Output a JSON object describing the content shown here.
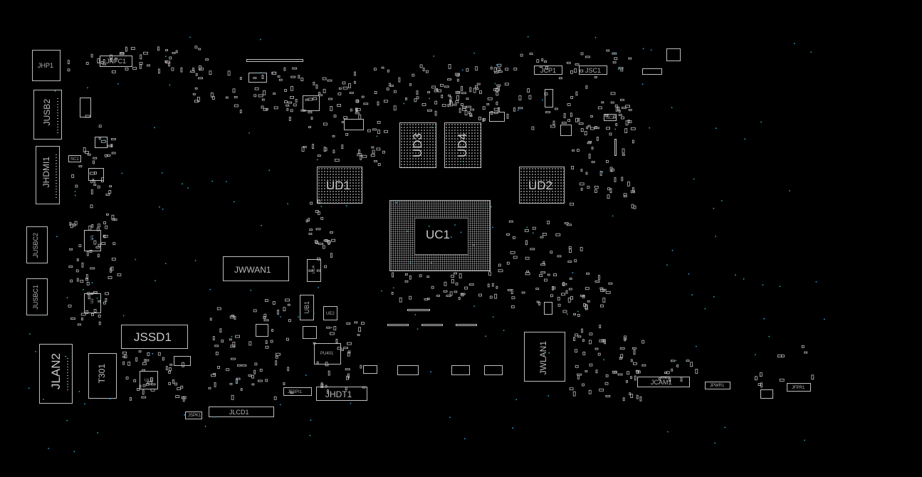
{
  "board": {
    "background": "#000000",
    "outline_color": "#bdbdbd",
    "via_color": "#2aa6c9",
    "labels": {
      "JHP1": "JHP1",
      "JNFC1": "JNFC1",
      "JUSB2": "JUSB2",
      "JHDMI1": "JHDMI1",
      "SC1": "SC1",
      "JUSBC2": "JUSBC2",
      "JUSBC1": "JUSBC1",
      "JLAN2": "JLAN2",
      "T301": "T301",
      "JSSD1": "JSSD1",
      "UL6": "UL6",
      "JWWAN1": "JWWAN1",
      "UE4": "UE4",
      "UB1": "UB1",
      "UE2": "UE2",
      "PU401": "PU401",
      "JESPI1": "JESPI1",
      "JHDT1": "JHDT1",
      "JLCD1": "JLCD1",
      "JSPK1": "JSPK1",
      "UD1": "UD1",
      "UD2": "UD2",
      "UD3": "UD3",
      "UD4": "UD4",
      "UC1": "UC1",
      "JWLAN1": "JWLAN1",
      "JCP1": "JCP1",
      "JSC1": "JSC1",
      "SC2": "SC2",
      "JCAM1": "JCAM1",
      "JPWR1": "JPWR1",
      "JFPR1": "JFPR1",
      "U1": "U1",
      "U2": "U2"
    }
  }
}
